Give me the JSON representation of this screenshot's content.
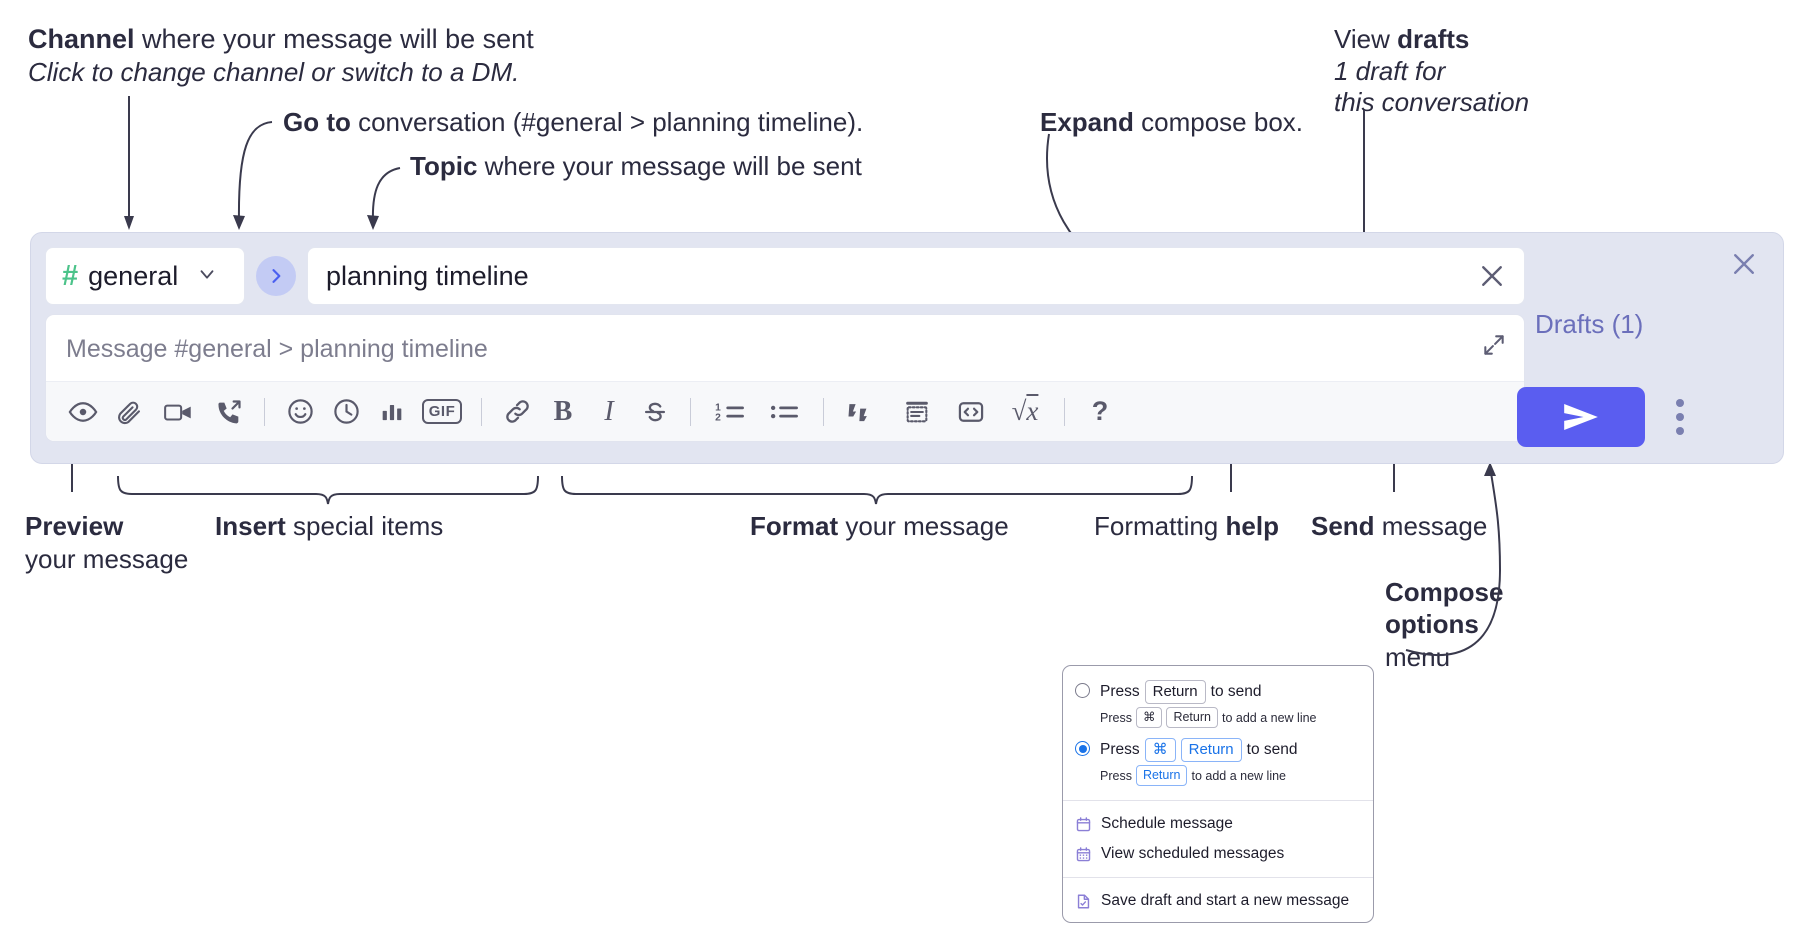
{
  "annotations": {
    "channel": {
      "bold": "Channel",
      "rest": " where your message will be sent",
      "italic": "Click to change channel or switch to a DM."
    },
    "goto": {
      "bold": "Go to",
      "rest": " conversation (#general > planning timeline)."
    },
    "topic": {
      "bold": "Topic",
      "rest": " where your message will be sent"
    },
    "expand": {
      "bold": "Expand",
      "rest": " compose box."
    },
    "drafts": {
      "plain": "View ",
      "bold": "drafts",
      "italic1": "1 draft for",
      "italic2": "this conversation"
    },
    "preview": {
      "bold": "Preview",
      "rest": "your message"
    },
    "insert": {
      "bold": "Insert",
      "rest": " special items"
    },
    "format": {
      "bold": "Format",
      "rest": " your message"
    },
    "help": {
      "plain": "Formatting ",
      "bold": "help"
    },
    "send": {
      "bold": "Send",
      "rest": " message"
    },
    "compose_options": {
      "bold1": "Compose",
      "bold2": "options",
      "rest": "menu"
    }
  },
  "compose": {
    "channel_name": "general",
    "hash_symbol": "#",
    "topic_value": "planning timeline",
    "message_placeholder": "Message #general > planning timeline",
    "drafts_label": "Drafts (1)",
    "accent_color": "#5a5df0",
    "hash_color": "#4cc38a",
    "drafts_color": "#6b6fbb",
    "toolbar": [
      {
        "name": "preview-icon",
        "label": "Preview"
      },
      {
        "name": "attachment-icon",
        "label": "Attach file"
      },
      {
        "name": "video-icon",
        "label": "Video clip"
      },
      {
        "name": "audio-call-icon",
        "label": "Audio clip"
      },
      {
        "name": "divider-1",
        "label": ""
      },
      {
        "name": "emoji-icon",
        "label": "Emoji"
      },
      {
        "name": "clock-icon",
        "label": "Reminder"
      },
      {
        "name": "poll-icon",
        "label": "Poll"
      },
      {
        "name": "gif-icon",
        "label": "GIF"
      },
      {
        "name": "divider-2",
        "label": ""
      },
      {
        "name": "link-icon",
        "label": "Link"
      },
      {
        "name": "bold-icon",
        "label": "B"
      },
      {
        "name": "italic-icon",
        "label": "I"
      },
      {
        "name": "strikethrough-icon",
        "label": "S"
      },
      {
        "name": "divider-3",
        "label": ""
      },
      {
        "name": "ordered-list-icon",
        "label": "Ordered list"
      },
      {
        "name": "bullet-list-icon",
        "label": "Bulleted list"
      },
      {
        "name": "divider-4",
        "label": ""
      },
      {
        "name": "blockquote-icon",
        "label": "Blockquote"
      },
      {
        "name": "code-block-icon",
        "label": "Code block"
      },
      {
        "name": "code-icon",
        "label": "Code"
      },
      {
        "name": "math-icon",
        "label": "Math"
      },
      {
        "name": "divider-5",
        "label": ""
      },
      {
        "name": "help-icon",
        "label": "?"
      }
    ]
  },
  "menu": {
    "options": [
      {
        "selected": false,
        "main_prefix": "Press",
        "main_keys": [
          "Return"
        ],
        "main_suffix": "to send",
        "sub_prefix": "Press",
        "sub_keys": [
          "⌘",
          "Return"
        ],
        "sub_suffix": "to add a new line"
      },
      {
        "selected": true,
        "main_prefix": "Press",
        "main_keys": [
          "⌘",
          "Return"
        ],
        "main_suffix": "to send",
        "sub_prefix": "Press",
        "sub_keys": [
          "Return"
        ],
        "sub_suffix": "to add a new line"
      }
    ],
    "items": [
      {
        "icon": "calendar-icon",
        "label": "Schedule message"
      },
      {
        "icon": "calendar-grid-icon",
        "label": "View scheduled messages"
      },
      {
        "icon": "save-draft-icon",
        "label": "Save draft and start a new message",
        "after_divider": true
      }
    ],
    "icon_color": "#8b7fd6"
  }
}
